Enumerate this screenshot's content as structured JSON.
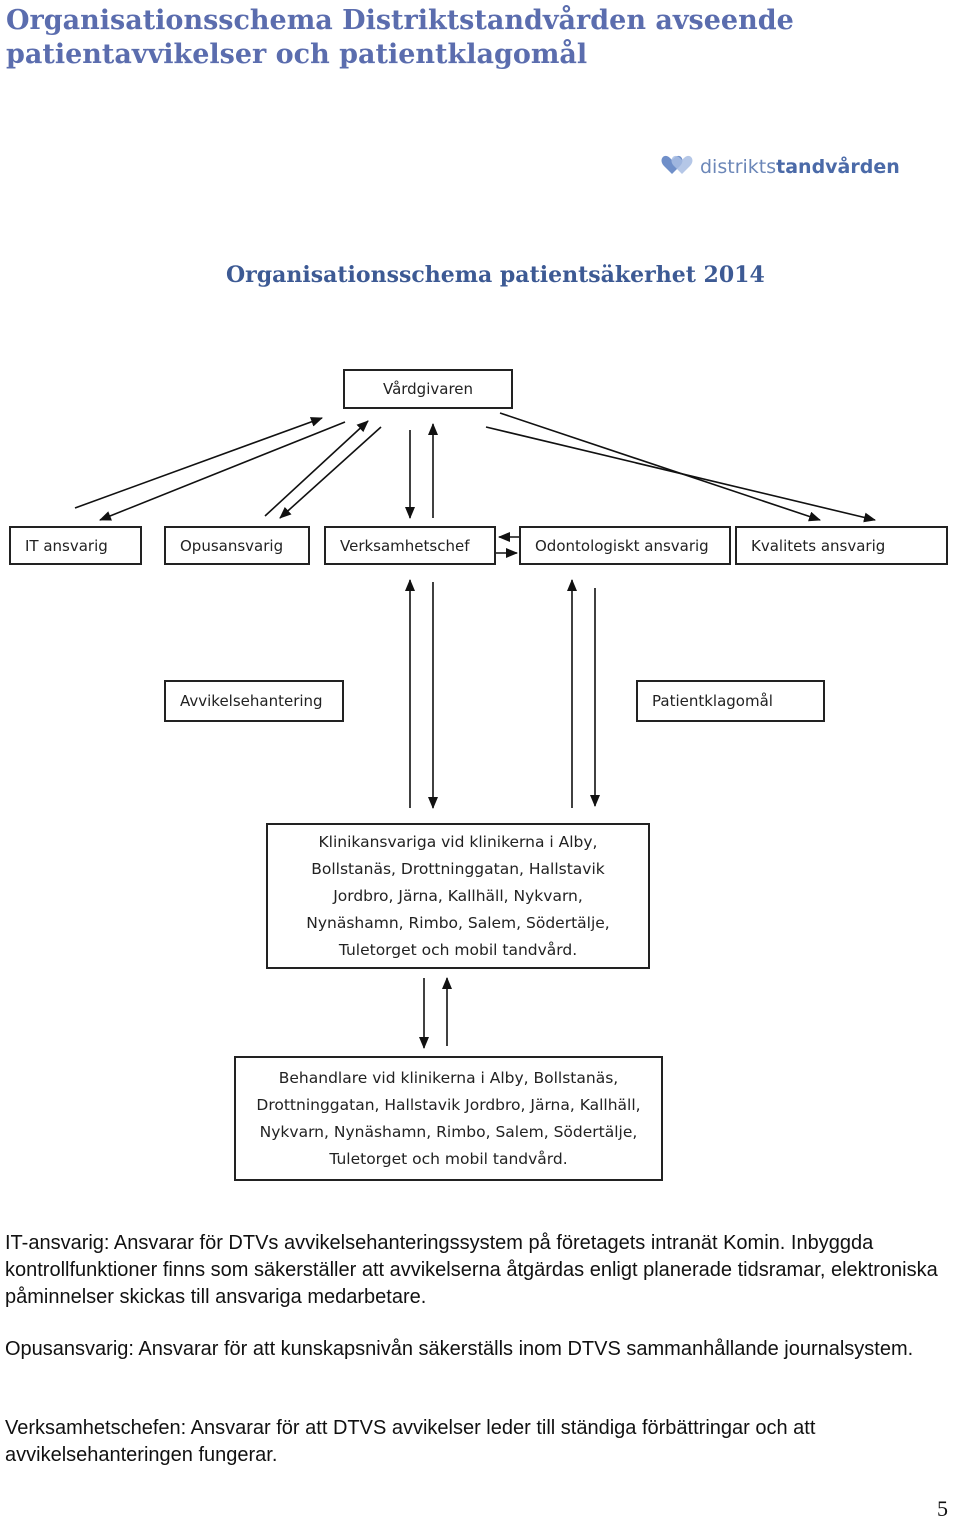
{
  "heading": "Organisationsschema Distriktstandvården avseende patientavvikelser och patientklagomål",
  "logo": {
    "part1": "distrikts",
    "part2": "tandvården",
    "icon": "heart-logo-icon"
  },
  "chart_title": "Organisationsschema patientsäkerhet 2014",
  "boxes": {
    "vardgivaren": "Vårdgivaren",
    "it": "IT ansvarig",
    "opus": "Opusansvarig",
    "verksamhetschef": "Verksamhetschef",
    "odontologiskt": "Odontologiskt ansvarig",
    "kvalitets": "Kvalitets ansvarig",
    "avvikelse": "Avvikelsehantering",
    "patientklagomal": "Patientklagomål",
    "klinikansvariga": "Klinikansvariga vid klinikerna i Alby, Bollstanäs, Drottninggatan, Hallstavik Jordbro, Järna, Kallhäll, Nykvarn, Nynäshamn, Rimbo, Salem, Södertälje, Tuletorget och mobil tandvård.",
    "behandlare": "Behandlare vid klinikerna i Alby, Bollstanäs, Drottninggatan, Hallstavik Jordbro, Järna, Kallhäll, Nykvarn, Nynäshamn, Rimbo, Salem, Södertälje, Tuletorget och mobil tandvård."
  },
  "paragraphs": {
    "it": "IT-ansvarig: Ansvarar för DTVs avvikelsehanteringssystem på företagets intranät Komin. Inbyggda kontrollfunktioner finns som säkerställer att avvikelserna åtgärdas enligt planerade tidsramar, elektroniska påminnelser skickas till ansvariga medarbetare.",
    "opus": "Opusansvarig: Ansvarar för att kunskapsnivån säkerställs inom DTVS sammanhållande journalsystem.",
    "verksamhet": "Verksamhetschefen: Ansvarar för att DTVS avvikelser leder till ständiga förbättringar och att avvikelsehanteringen fungerar."
  },
  "page_number": "5",
  "colors": {
    "heading": "#5b6dae",
    "chart_title": "#3d5a94",
    "logo": "#6c87b8"
  }
}
